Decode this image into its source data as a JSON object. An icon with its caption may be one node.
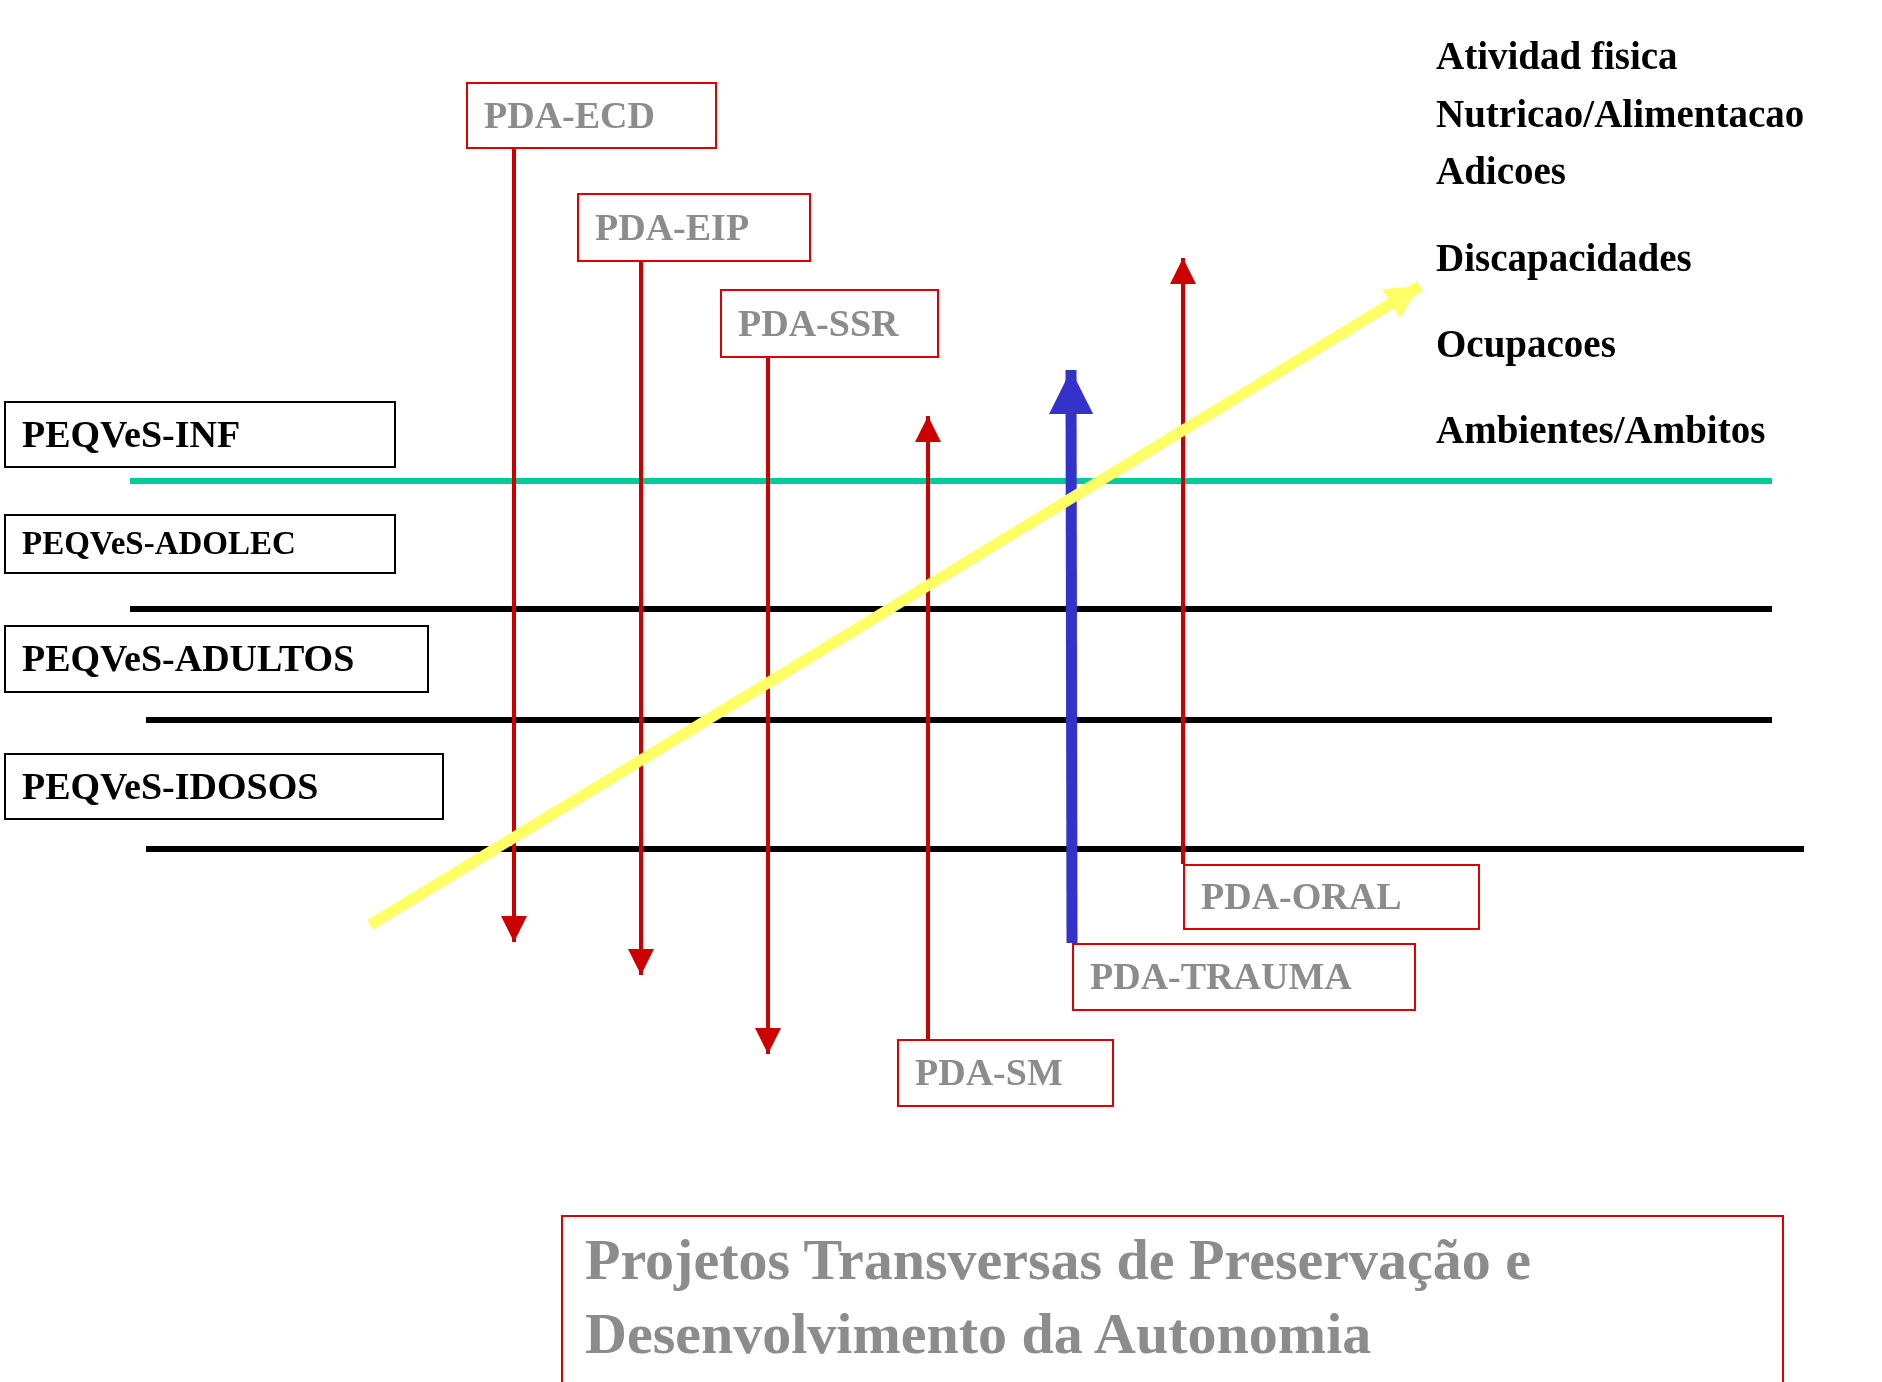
{
  "diagram": {
    "nodes": [
      {
        "text": [
          "Atividad fisica",
          "Nutricao/Alimentacao",
          "Adicoes",
          "Discapacidades",
          "Ocupacoes",
          "Ambientes/Ambitos"
        ]
      },
      {
        "text": [
          "PDA-ECD"
        ]
      },
      {
        "text": [
          "PDA-EIP"
        ]
      },
      {
        "text": [
          "PDA-SSR"
        ]
      },
      {
        "text": [
          "PEQVeS-INF"
        ]
      },
      {
        "text": [
          "PEQVeS-ADOLEC"
        ]
      },
      {
        "text": [
          "PEQVeS-ADULTOS"
        ]
      },
      {
        "text": [
          "PEQVeS-IDOSOS"
        ]
      },
      {
        "text": [
          "PDA-ORAL"
        ]
      },
      {
        "text": [
          "PDA-TRAUMA"
        ]
      },
      {
        "text": [
          "PDA-SM"
        ]
      },
      {
        "text": [
          "Projetos Transversas de Preservação e Desenvolvimento da Autonomia"
        ]
      }
    ],
    "edges": [
      {
        "from": 1,
        "to": null,
        "arrow": "to"
      },
      {
        "from": 2,
        "to": null,
        "arrow": "to"
      },
      {
        "from": 3,
        "to": null,
        "arrow": "to"
      },
      {
        "from": 10,
        "to": null,
        "arrow": "to"
      },
      {
        "from": 9,
        "to": null,
        "arrow": "to",
        "style": "thick",
        "color": "#3333cc"
      },
      {
        "from": 8,
        "to": null,
        "arrow": "to"
      },
      {
        "from": null,
        "to": 0,
        "arrow": "to",
        "style": "thick",
        "color": "#ffff66"
      }
    ]
  }
}
